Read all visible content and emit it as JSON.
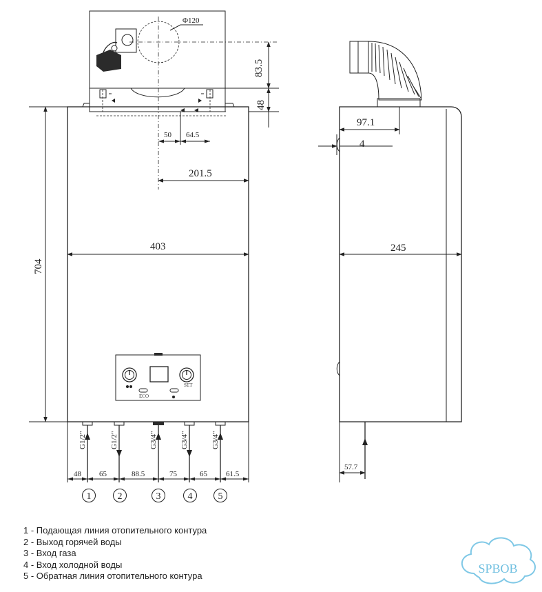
{
  "front_view": {
    "flue_diameter": "Φ120",
    "flue_height": "83.5",
    "bracket_height": "48",
    "offset_a": "50",
    "offset_b": "64.5",
    "axis_offset": "201.5",
    "width": "403",
    "height": "704",
    "panel_label_left": "ECO",
    "panel_label_right": "SET"
  },
  "side_view": {
    "flue_offset": "97.1",
    "wall_gap": "4",
    "depth": "245",
    "bottom_offset": "57.7"
  },
  "connections": [
    {
      "number": "1",
      "thread": "G1/2\""
    },
    {
      "number": "2",
      "thread": "G1/2\""
    },
    {
      "number": "3",
      "thread": "G3/4\""
    },
    {
      "number": "4",
      "thread": "G3/4\""
    },
    {
      "number": "5",
      "thread": "G3/4\""
    }
  ],
  "spacings": [
    "48",
    "65",
    "88.5",
    "75",
    "65",
    "61.5"
  ],
  "legend": [
    {
      "num": "1",
      "text": "- Подающая линия отопительного контура"
    },
    {
      "num": "2",
      "text": "- Выход горячей воды"
    },
    {
      "num": "3",
      "text": "- Вход газа"
    },
    {
      "num": "4",
      "text": "- Вход холодной воды"
    },
    {
      "num": "5",
      "text": "- Обратная линия отопительного контура"
    }
  ],
  "watermark": "SPBOB"
}
